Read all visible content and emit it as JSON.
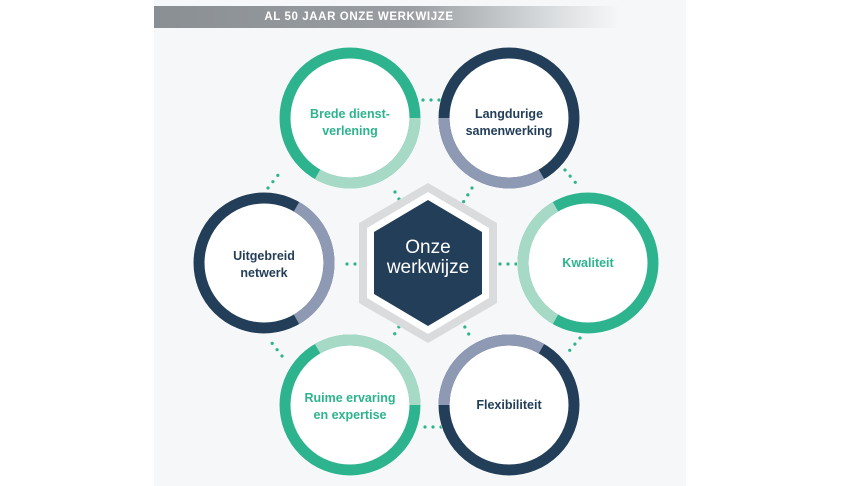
{
  "banner": {
    "title": "AL 50 JAAR ONZE WERKWIJZE"
  },
  "center": {
    "line1": "Onze",
    "line2": "werkwijze"
  },
  "colors": {
    "navy": "#233e58",
    "green": "#2db38e",
    "light_green": "#a6d9c6",
    "slate": "#8e99b4",
    "hex_frame": "#d9dbdd",
    "background": "#f6f7f8"
  },
  "nodes": [
    {
      "id": "brede",
      "line1": "Brede dienst-",
      "line2": "verlening",
      "text_color": "green"
    },
    {
      "id": "langdurige",
      "line1": "Langdurige",
      "line2": "samenwerking",
      "text_color": "navy"
    },
    {
      "id": "kwaliteit",
      "line1": "Kwaliteit",
      "line2": "",
      "text_color": "green"
    },
    {
      "id": "flexibiliteit",
      "line1": "Flexibiliteit",
      "line2": "",
      "text_color": "navy"
    },
    {
      "id": "ruime",
      "line1": "Ruime ervaring",
      "line2": "en expertise",
      "text_color": "green"
    },
    {
      "id": "uitgebreid",
      "line1": "Uitgebreid",
      "line2": "netwerk",
      "text_color": "navy"
    }
  ]
}
